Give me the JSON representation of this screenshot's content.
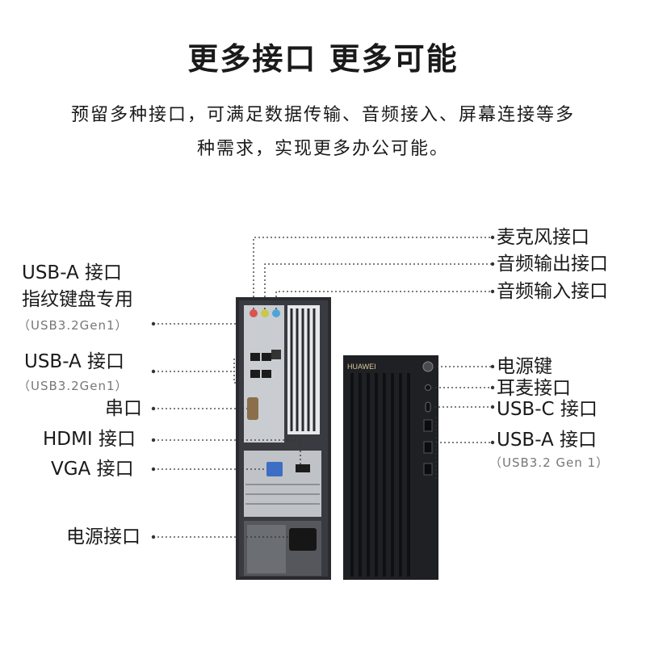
{
  "header": {
    "title": "更多接口 更多可能",
    "desc_line1": "预留多种接口，可满足数据传输、音频接入、屏幕连接等多",
    "desc_line2": "种需求，实现更多办公可能。"
  },
  "left_labels": {
    "usb_a_fp_1": "USB-A 接口",
    "usb_a_fp_2": "指纹键盘专用",
    "usb_a_fp_spec": "（USB3.2Gen1）",
    "usb_a": "USB-A 接口",
    "usb_a_spec": "（USB3.2Gen1）",
    "serial": "串口",
    "hdmi": "HDMI 接口",
    "vga": "VGA 接口",
    "power": "电源接口"
  },
  "right_labels": {
    "mic": "麦克风接口",
    "audio_out": "音频输出接口",
    "audio_in": "音频输入接口",
    "power_key": "电源键",
    "headset": "耳麦接口",
    "usb_c": "USB-C 接口",
    "usb_a": "USB-A 接口",
    "usb_a_spec": "（USB3.2 Gen 1）"
  },
  "front_logo": "HUAWEI"
}
